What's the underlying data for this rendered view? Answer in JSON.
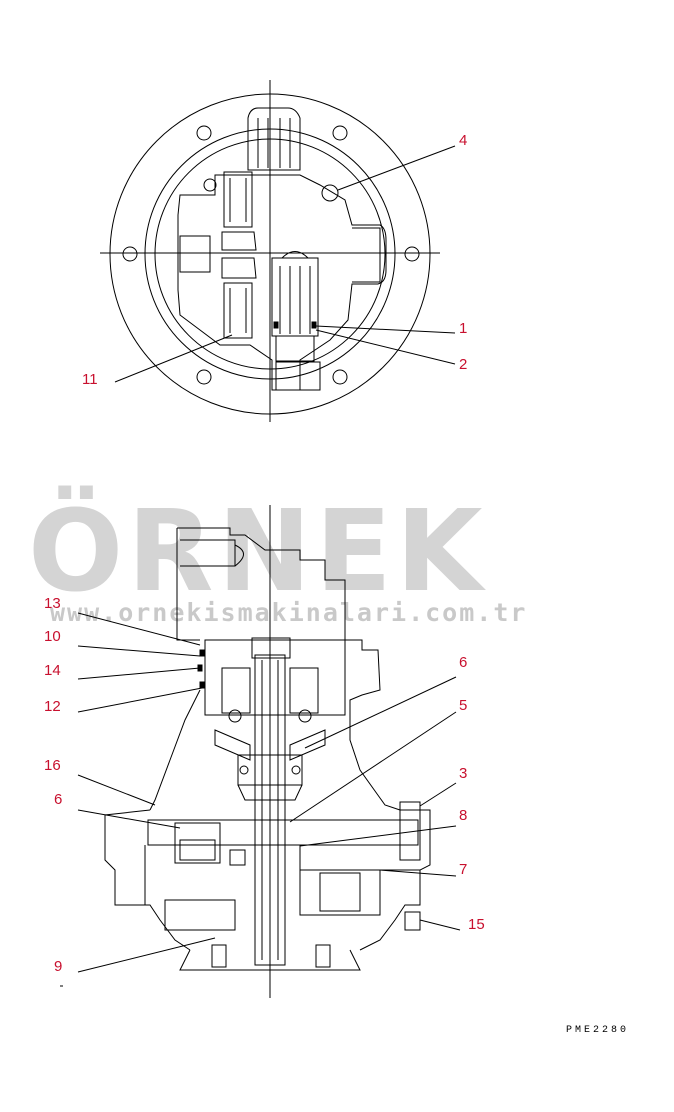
{
  "watermark": {
    "title": "ÖRNEK",
    "url": "www.ornekismakinalari.com.tr",
    "accent_color": "#f5dc8c",
    "text_color": "#d4d4d4"
  },
  "callout_color": "#c8102e",
  "callouts_top": [
    "4",
    "1",
    "2",
    "11"
  ],
  "callouts_bottom": [
    "13",
    "10",
    "14",
    "12",
    "6",
    "5",
    "16",
    "3",
    "6",
    "8",
    "7",
    "15",
    "9"
  ],
  "reference_code": "PME2280"
}
